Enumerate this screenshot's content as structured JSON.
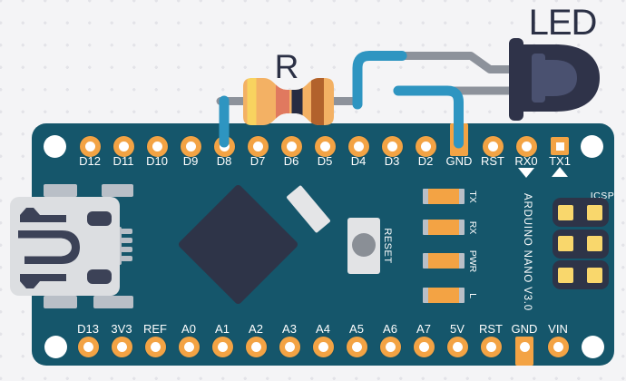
{
  "colors": {
    "bg": "#f4f4f6",
    "dot": "#e3e3e8",
    "board": "#15566b",
    "navy": "#2e3448",
    "navytext": "#2b3045",
    "orange": "#f3a344",
    "yellow": "#f9d76c",
    "tan": "#f3b164",
    "band_yellow": "#f8d35f",
    "band_salmon": "#e0795f",
    "band_navy": "#272c42",
    "band_brown": "#b2622c",
    "wire": "#2e95c1",
    "lead": "#8d929b",
    "usb": "#dcdee1",
    "usbdetail": "#3c4257",
    "tab": "#b9bfc7",
    "btn": "#e2e3e5",
    "btncircle": "#8a8f96",
    "ledbody": "#2f3349",
    "ledinner": "#4a5170",
    "label": "#ffffff"
  },
  "components": {
    "resistor_label": "R",
    "led_label": "LED"
  },
  "connections": [
    {
      "from": "D8",
      "to": "resistor"
    },
    {
      "from": "resistor",
      "to": "led-anode"
    },
    {
      "from": "led-cathode",
      "to": "GND"
    }
  ],
  "board": {
    "silkscreen": {
      "reset": "RESET",
      "model": "ARDUINO NANO V3.0",
      "icsp": "ICSP"
    },
    "indicators": [
      {
        "label": "TX"
      },
      {
        "label": "RX"
      },
      {
        "label": "PWR"
      },
      {
        "label": "L"
      }
    ],
    "top_pins": [
      {
        "label": "D12"
      },
      {
        "label": "D11"
      },
      {
        "label": "D10"
      },
      {
        "label": "D9"
      },
      {
        "label": "D8"
      },
      {
        "label": "D7"
      },
      {
        "label": "D6"
      },
      {
        "label": "D5"
      },
      {
        "label": "D4"
      },
      {
        "label": "D3"
      },
      {
        "label": "D2"
      },
      {
        "label": "GND",
        "pad": "edge"
      },
      {
        "label": "RST"
      },
      {
        "label": "RX0",
        "arrow": "down"
      },
      {
        "label": "TX1",
        "pad": "square",
        "arrow": "up"
      }
    ],
    "bottom_pins": [
      {
        "label": "D13"
      },
      {
        "label": "3V3"
      },
      {
        "label": "REF"
      },
      {
        "label": "A0"
      },
      {
        "label": "A1"
      },
      {
        "label": "A2"
      },
      {
        "label": "A3"
      },
      {
        "label": "A4"
      },
      {
        "label": "A5"
      },
      {
        "label": "A6"
      },
      {
        "label": "A7"
      },
      {
        "label": "5V"
      },
      {
        "label": "RST"
      },
      {
        "label": "GND",
        "pad": "edge"
      },
      {
        "label": "VIN"
      }
    ]
  }
}
